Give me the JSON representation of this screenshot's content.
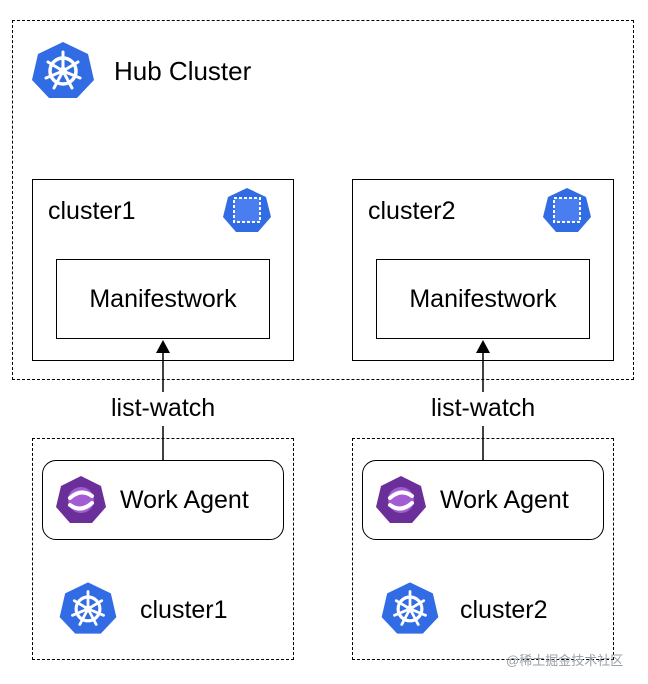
{
  "hub": {
    "title": "Hub Cluster",
    "icon": "kubernetes-icon",
    "clusters": [
      {
        "name": "cluster1",
        "manifest": "Manifestwork",
        "icon": "cluster-badge-icon"
      },
      {
        "name": "cluster2",
        "manifest": "Manifestwork",
        "icon": "cluster-badge-icon"
      }
    ]
  },
  "connections": [
    {
      "label": "list-watch"
    },
    {
      "label": "list-watch"
    }
  ],
  "managed": [
    {
      "agent": "Work Agent",
      "agent_icon": "open-cluster-management-icon",
      "cluster": "cluster1",
      "cluster_icon": "kubernetes-icon"
    },
    {
      "agent": "Work Agent",
      "agent_icon": "open-cluster-management-icon",
      "cluster": "cluster2",
      "cluster_icon": "kubernetes-icon"
    }
  ],
  "watermark": "@稀土掘金技术社区",
  "colors": {
    "kube_blue": "#326ce5",
    "ocm_purple": "#7b3aa8"
  }
}
